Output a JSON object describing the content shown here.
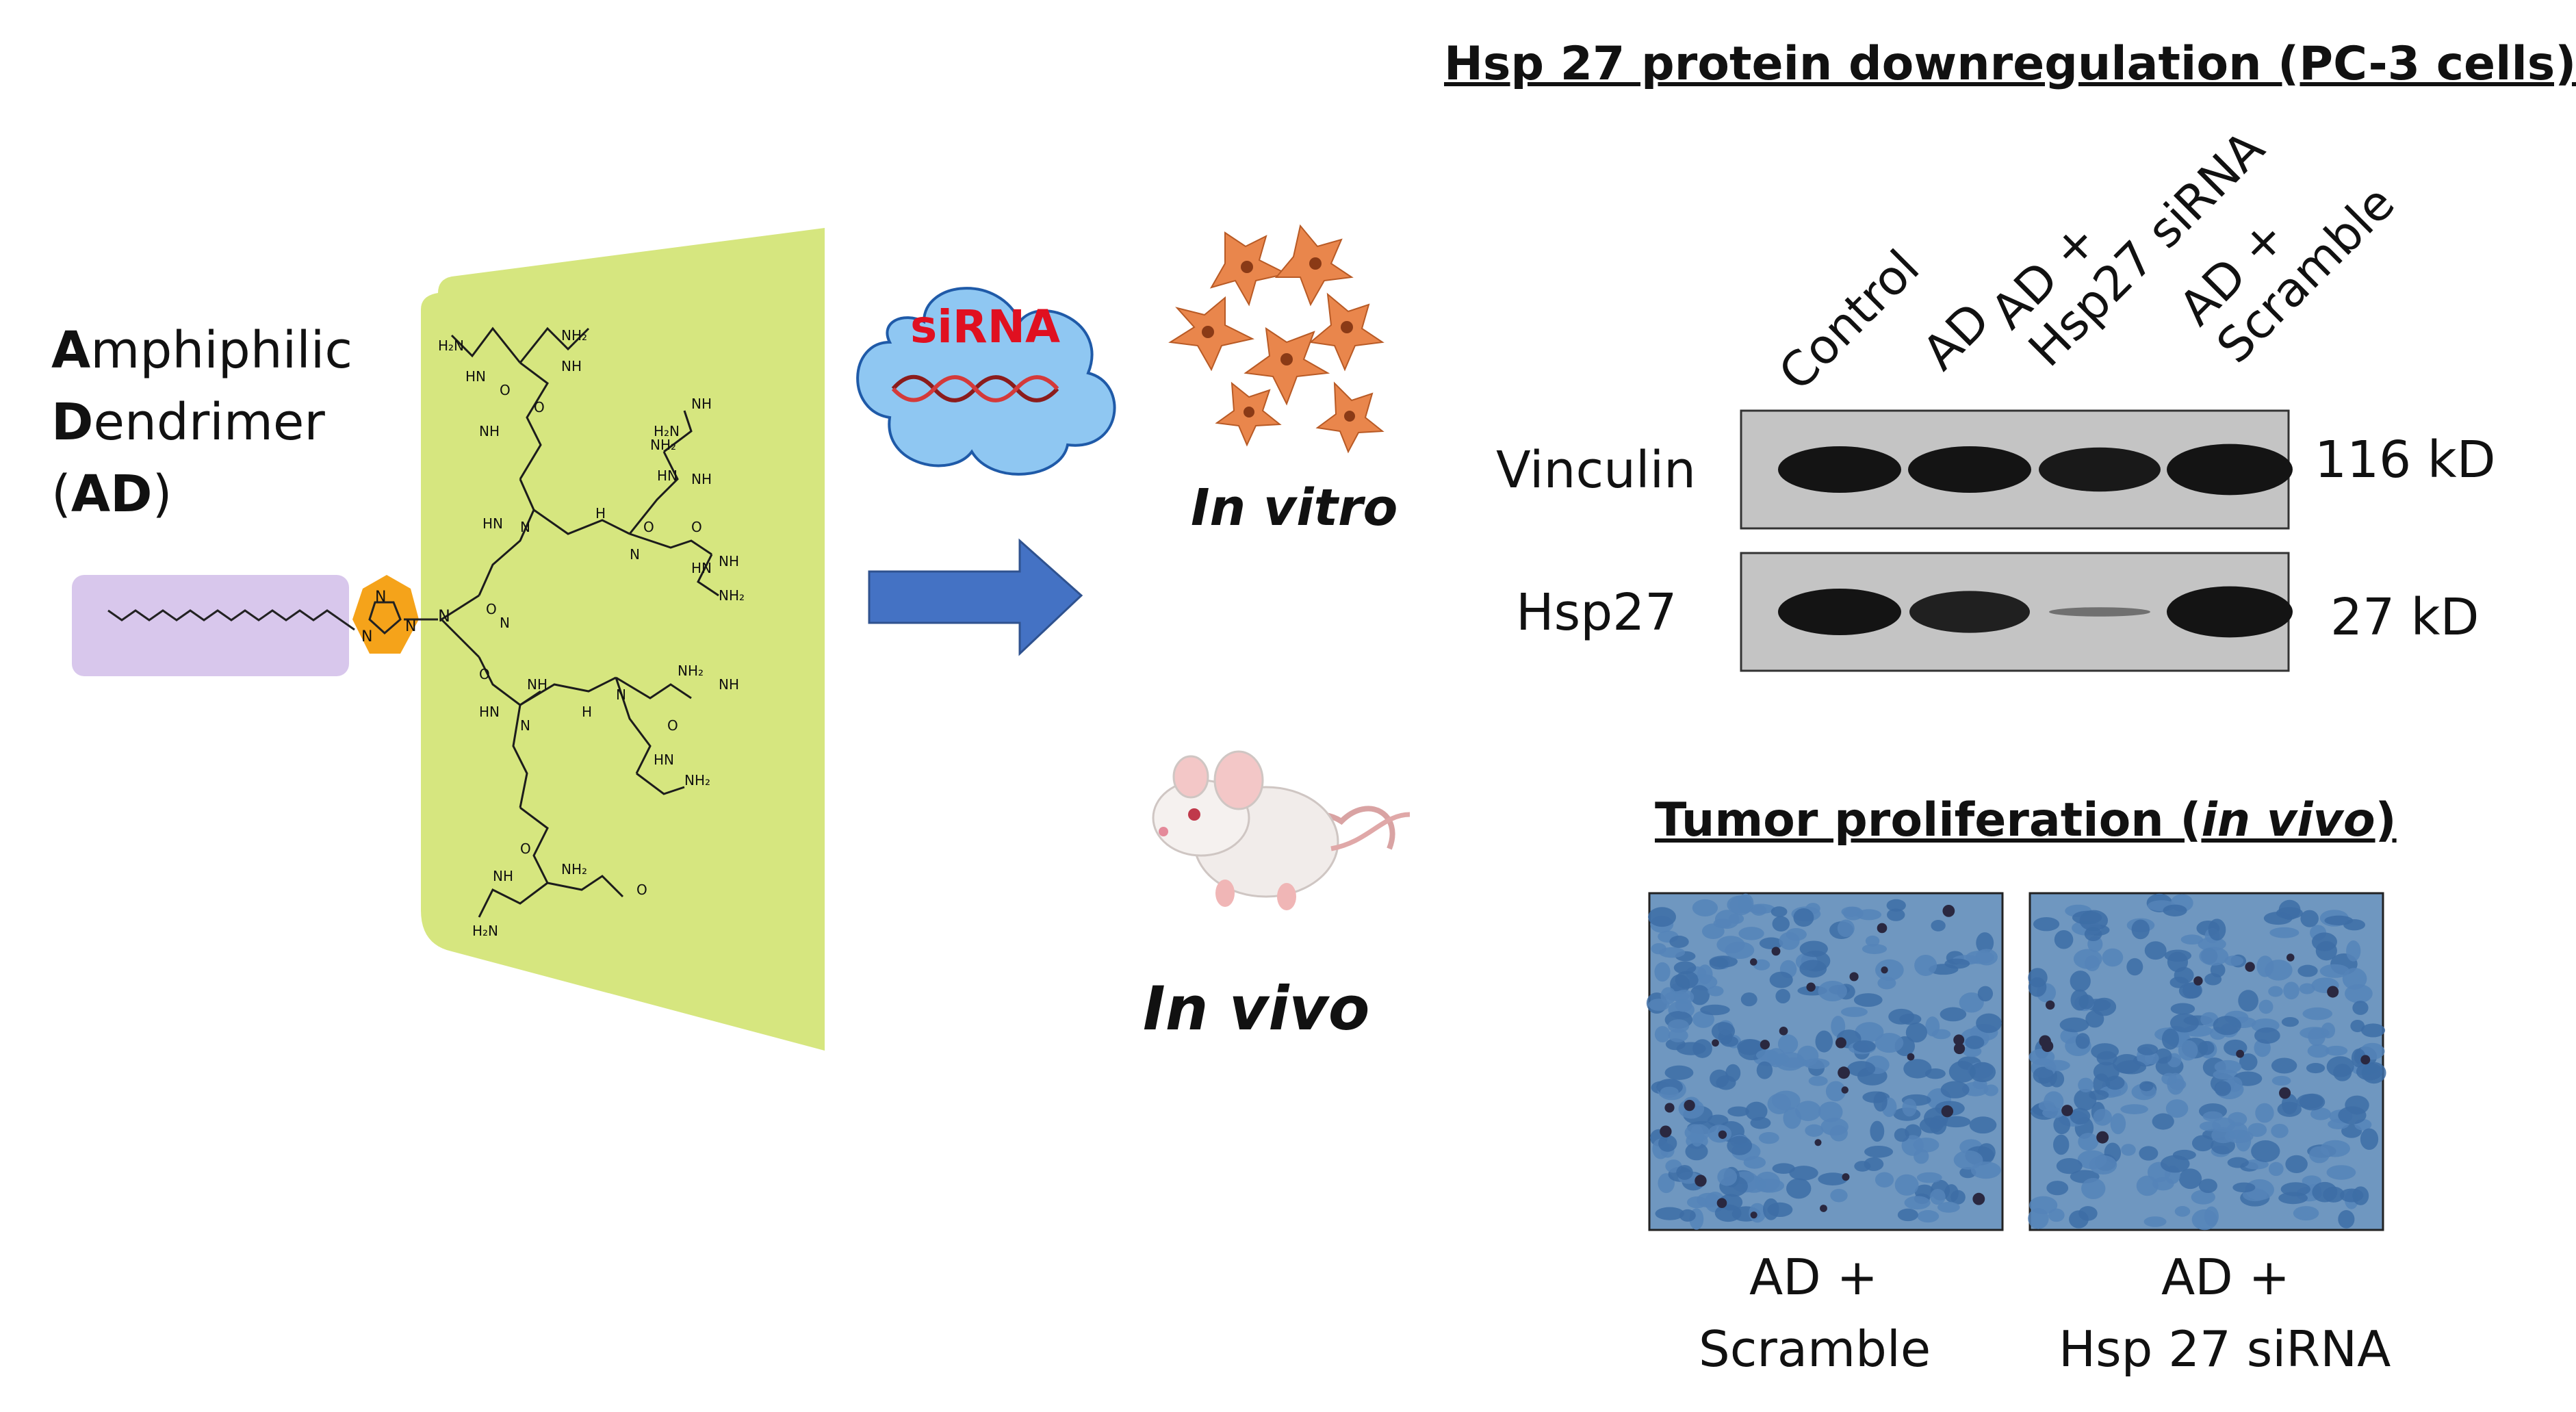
{
  "colors": {
    "lipid_box": "#d8c7ec",
    "dendrimer_panel": "#d6e67f",
    "triazole": "#f5a31a",
    "arrow": "#4472c4",
    "cloud_fill": "#8fc7f2",
    "cloud_stroke": "#1f5aa8",
    "sirna_text": "#e01020",
    "helix_dark": "#8b1c1c",
    "helix_light": "#d43a3a",
    "cells": "#e9864c",
    "blot_bg": "#c4c4c4",
    "band": "#141414",
    "ihc_bg": "#6f97c0",
    "ihc_cell": "#3d6da6",
    "ihc_dot": "#2a2840"
  },
  "left": {
    "amphiphilic_initial": "A",
    "amphiphilic_rest": "mphiphilic",
    "dendrimer_initial": "D",
    "dendrimer_rest": "endrimer",
    "abbr_open": "(",
    "abbr": "AD",
    "abbr_close": ")",
    "triazole_atoms": [
      "N",
      "N",
      "N"
    ],
    "core_atom": "N",
    "amine_labels": [
      "H₂N",
      "NH₂",
      "HN",
      "NH",
      "NH",
      "O",
      "O",
      "HN",
      "H",
      "NH₂",
      "HN",
      "NH",
      "O",
      "O",
      "H₂N",
      "NH",
      "HN",
      "NH",
      "NH₂",
      "O",
      "O",
      "HN",
      "NH",
      "H",
      "NH₂",
      "NH",
      "O",
      "NH₂",
      "HN",
      "NH",
      "NH₂",
      "H₂N",
      "O",
      "O",
      "N",
      "N",
      "N",
      "N",
      "N"
    ]
  },
  "middle": {
    "cloud_label": "siRNA",
    "invitro_label": "In vitro",
    "invivo_label": "In vivo",
    "mouse_icon": "mouse-icon",
    "cells_icon": "cancer-cells-icon"
  },
  "blot": {
    "title": "Hsp 27 protein downregulation (PC-3 cells)",
    "lanes": [
      {
        "lines": [
          "Control"
        ]
      },
      {
        "lines": [
          "AD"
        ]
      },
      {
        "lines": [
          "AD +",
          "Hsp27 siRNA"
        ]
      },
      {
        "lines": [
          "AD +",
          "Scramble"
        ]
      }
    ],
    "rows": [
      {
        "label": "Vinculin",
        "weight": "116 kD",
        "intensity": [
          1,
          1,
          0.95,
          1.1
        ]
      },
      {
        "label": "Hsp27",
        "weight": "27 kD",
        "intensity": [
          1,
          0.9,
          0.2,
          1.1
        ]
      }
    ]
  },
  "tumor": {
    "title_prefix": "Tumor proliferation (",
    "title_italic": "in vivo",
    "title_suffix": ")",
    "panels": [
      {
        "caption_line1": "AD +",
        "caption_line2": "Scramble"
      },
      {
        "caption_line1": "AD +",
        "caption_line2": "Hsp 27 siRNA"
      }
    ]
  }
}
